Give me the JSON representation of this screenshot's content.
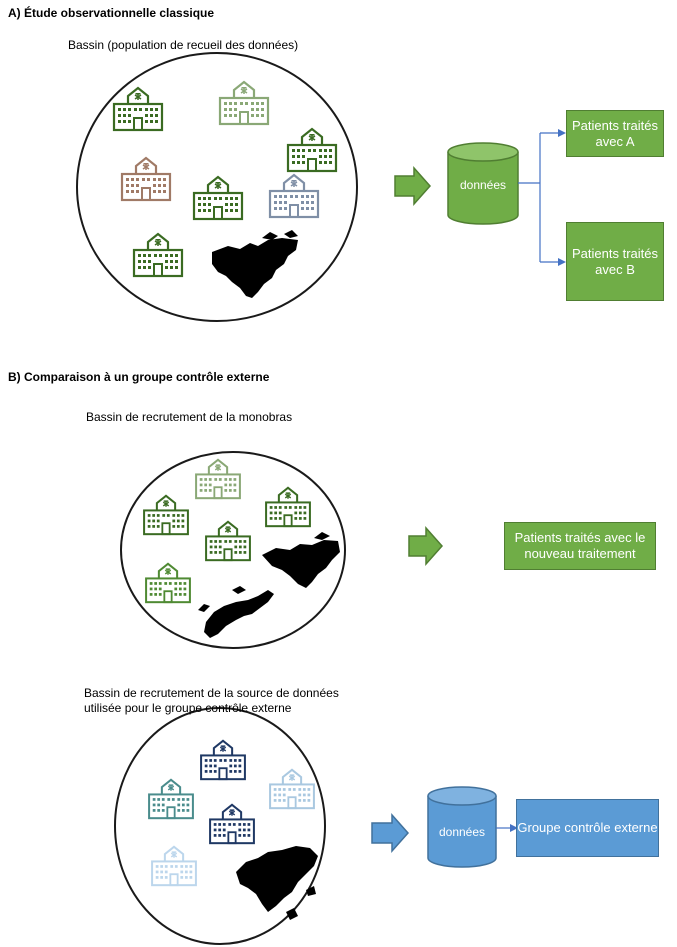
{
  "sectionA": {
    "title": "A) Étude observationnelle classique",
    "pool_label": "Bassin (population de recueil des données)",
    "database_label": "données",
    "outcome_a": "Patients traités avec A",
    "outcome_b": "Patients traités avec B",
    "hospital_colors": [
      "#3a6b22",
      "#8aa876",
      "#3a6b22",
      "#a07a66",
      "#3a6b22",
      "#7f8fa6",
      "#3a6b22"
    ],
    "map_regions": [
      "north-america"
    ]
  },
  "sectionB": {
    "title": "B) Comparaison à un groupe contrôle externe",
    "trial_pool_label": "Bassin de recrutement de la monobras",
    "trial_outcome": "Patients traités avec le nouveau traitement",
    "trial_hospital_colors": [
      "#8aa876",
      "#3a6b22",
      "#3a6b22",
      "#3a6b22",
      "#4f8a33"
    ],
    "trial_map_regions": [
      "north-america",
      "europe"
    ],
    "external_pool_label_line1": "Bassin de recrutement de la source de données",
    "external_pool_label_line2": "utilisée pour le groupe contrôle externe",
    "external_database_label": "données",
    "external_outcome": "Groupe contrôle externe",
    "external_hospital_colors": [
      "#1f3864",
      "#4a8c8c",
      "#a9c8e0",
      "#1f3864",
      "#bcd6ec"
    ],
    "external_map_regions": [
      "asia"
    ]
  },
  "colors": {
    "green_fill": "#70ad47",
    "green_border": "#507e32",
    "blue_fill": "#5b9bd5",
    "blue_border": "#41719c",
    "connector": "#4472c4"
  }
}
